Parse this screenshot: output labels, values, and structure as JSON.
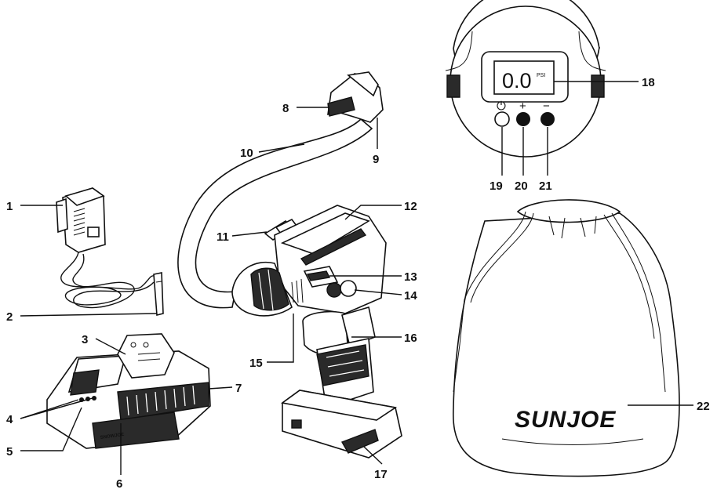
{
  "callouts": [
    "1",
    "2",
    "3",
    "4",
    "5",
    "6",
    "7",
    "8",
    "9",
    "10",
    "11",
    "12",
    "13",
    "14",
    "15",
    "16",
    "17",
    "18",
    "19",
    "20",
    "21",
    "22"
  ],
  "display": {
    "reading": "0.0",
    "unit": "PSI"
  },
  "buttons": {
    "power": "⏻",
    "plus": "+",
    "minus": "−"
  },
  "brand": {
    "bag_logo": "SUNJOE",
    "battery_logo": "SNOWJOE"
  },
  "icons": [
    "power-icon",
    "plus-icon",
    "minus-icon"
  ]
}
